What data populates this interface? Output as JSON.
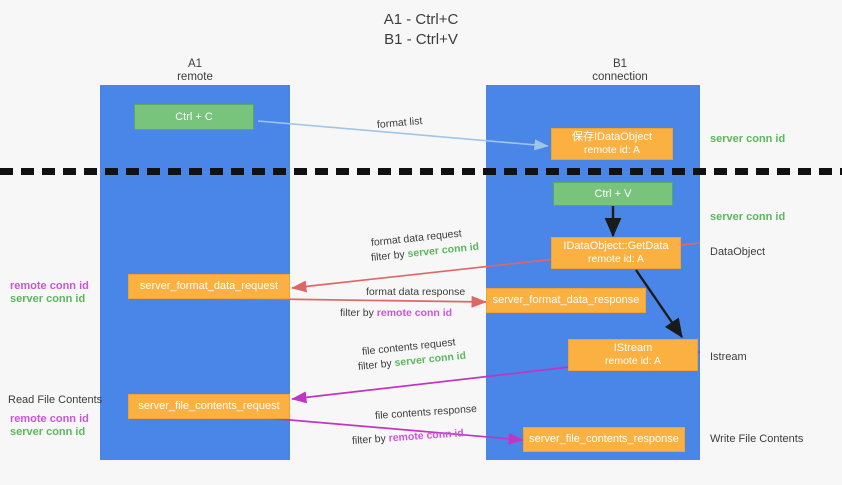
{
  "title": {
    "line1": "A1 - Ctrl+C",
    "line2": "B1 - Ctrl+V"
  },
  "lanes": [
    {
      "id": "a1",
      "name": "A1",
      "subtitle": "remote"
    },
    {
      "id": "b1",
      "name": "B1",
      "subtitle": "connection"
    }
  ],
  "nodes": {
    "ctrl_c": {
      "label": "Ctrl + C"
    },
    "save_idataobject": {
      "line1": "保存IDataObject",
      "line2": "remote id: A"
    },
    "ctrl_v": {
      "label": "Ctrl + V"
    },
    "getdata": {
      "line1": "IDataObject::GetData",
      "line2": "remote id: A"
    },
    "istream": {
      "line1": "IStream",
      "line2": "remote id: A"
    },
    "server_format_data_request": {
      "label": "server_format_data_request"
    },
    "server_format_data_response": {
      "label": "server_format_data_response"
    },
    "server_file_contents_request": {
      "label": "server_file_contents_request"
    },
    "server_file_contents_response": {
      "label": "server_file_contents_response"
    }
  },
  "edge_labels": {
    "format_list": "format list",
    "format_data_request": "format data request",
    "format_data_filter_prefix": "filter by ",
    "format_data_filter_value": "server conn id",
    "format_data_response": "format data response",
    "format_data_response_filter_prefix": "filter by ",
    "format_data_response_filter_value": "remote conn id",
    "file_contents_request": "file contents request",
    "file_contents_filter_prefix": "filter by ",
    "file_contents_filter_value": "server conn id",
    "file_contents_response": "file contents response",
    "file_contents_response_filter_prefix": "filter by ",
    "file_contents_response_filter_value": "remote conn id"
  },
  "right_labels": {
    "server_conn_id_top": "server conn id",
    "server_conn_id_mid": "server conn id",
    "dataobject": "DataObject",
    "istream": "Istream",
    "write_file_contents": "Write File Contents"
  },
  "left_labels": {
    "remote_conn_id_1": "remote conn id",
    "server_conn_id_1": "server conn id",
    "read_file_contents": "Read File Contents",
    "remote_conn_id_2": "remote conn id",
    "server_conn_id_2": "server conn id"
  },
  "colors": {
    "lane": "#4a86e8",
    "green_node": "#78c47d",
    "orange_node": "#fbb042",
    "green_text": "#5cb85c",
    "purple_text": "#cc55dd",
    "red_arrow": "#e06666",
    "magenta_arrow": "#c234c2",
    "blue_arrow": "#9fc5e8",
    "dark_arrow": "#1a1a1a",
    "background": "#f7f7f7"
  }
}
